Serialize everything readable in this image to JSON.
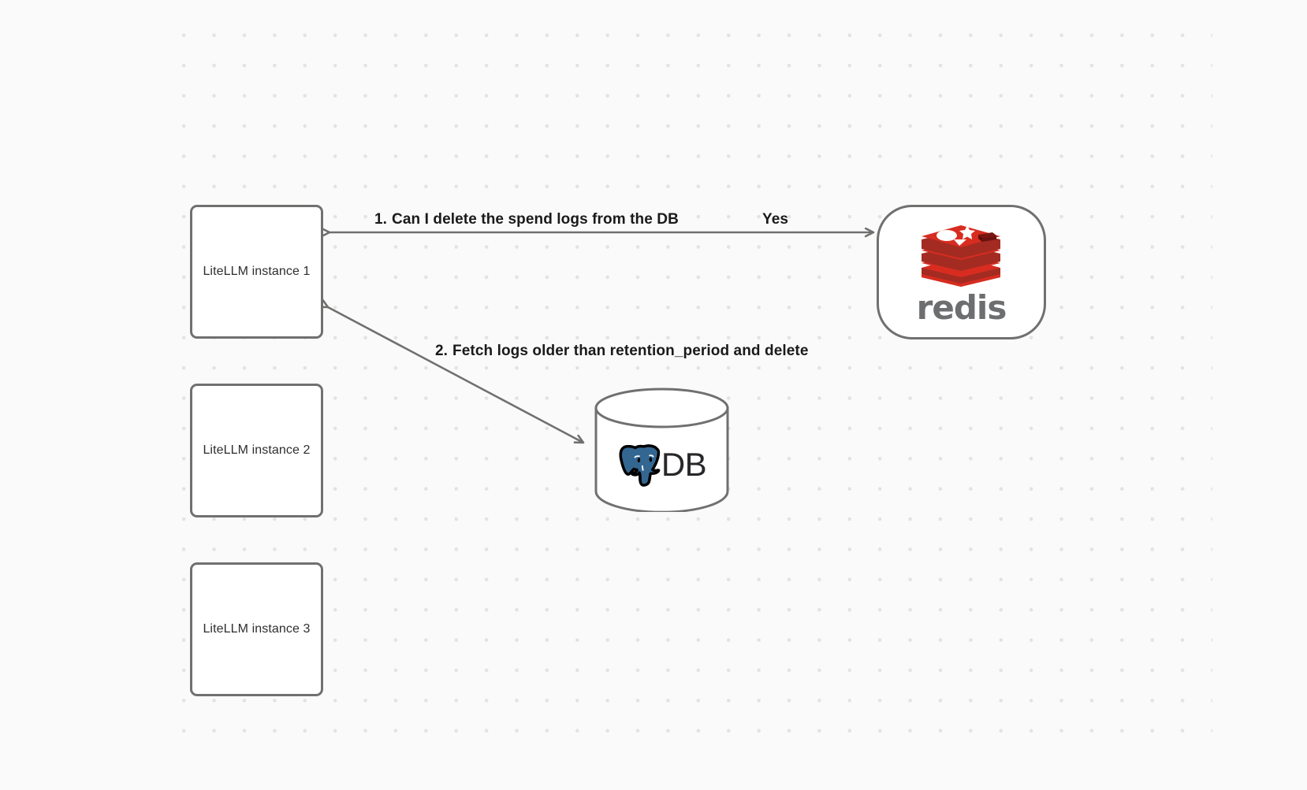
{
  "diagram": {
    "type": "flow-diagram",
    "background_color": "#fafafa",
    "grid": "dotted",
    "nodes": [
      {
        "id": "litellm-1",
        "label": "LiteLLM instance 1",
        "shape": "rounded-rect"
      },
      {
        "id": "litellm-2",
        "label": "LiteLLM instance 2",
        "shape": "rounded-rect"
      },
      {
        "id": "litellm-3",
        "label": "LiteLLM instance 3",
        "shape": "rounded-rect"
      },
      {
        "id": "redis",
        "label": "redis",
        "shape": "stadium",
        "logo": "redis-logo",
        "logo_color": "#d82c20"
      },
      {
        "id": "db",
        "label": "DB",
        "shape": "cylinder",
        "logo": "postgresql-elephant-icon",
        "logo_color": "#336791"
      }
    ],
    "edges": [
      {
        "id": "edge-1",
        "from": "litellm-1",
        "to": "redis",
        "step": "1.",
        "label": "Can I delete the spend logs from the DB",
        "reply": "Yes",
        "direction": "bidirectional"
      },
      {
        "id": "edge-2",
        "from": "db",
        "to": "litellm-1",
        "step": "2.",
        "label": "Fetch logs older than retention_period and delete",
        "direction": "bidirectional"
      }
    ],
    "colors": {
      "node_border": "#70706f",
      "node_fill": "#ffffff",
      "edge_stroke": "#70706f",
      "label_text": "#1a1a1a",
      "node_text": "#2e2e2e",
      "grid_dot": "#e3e3e3",
      "redis_red": "#d82c20",
      "redis_gray": "#6d6e70",
      "postgres_blue": "#336791"
    }
  }
}
